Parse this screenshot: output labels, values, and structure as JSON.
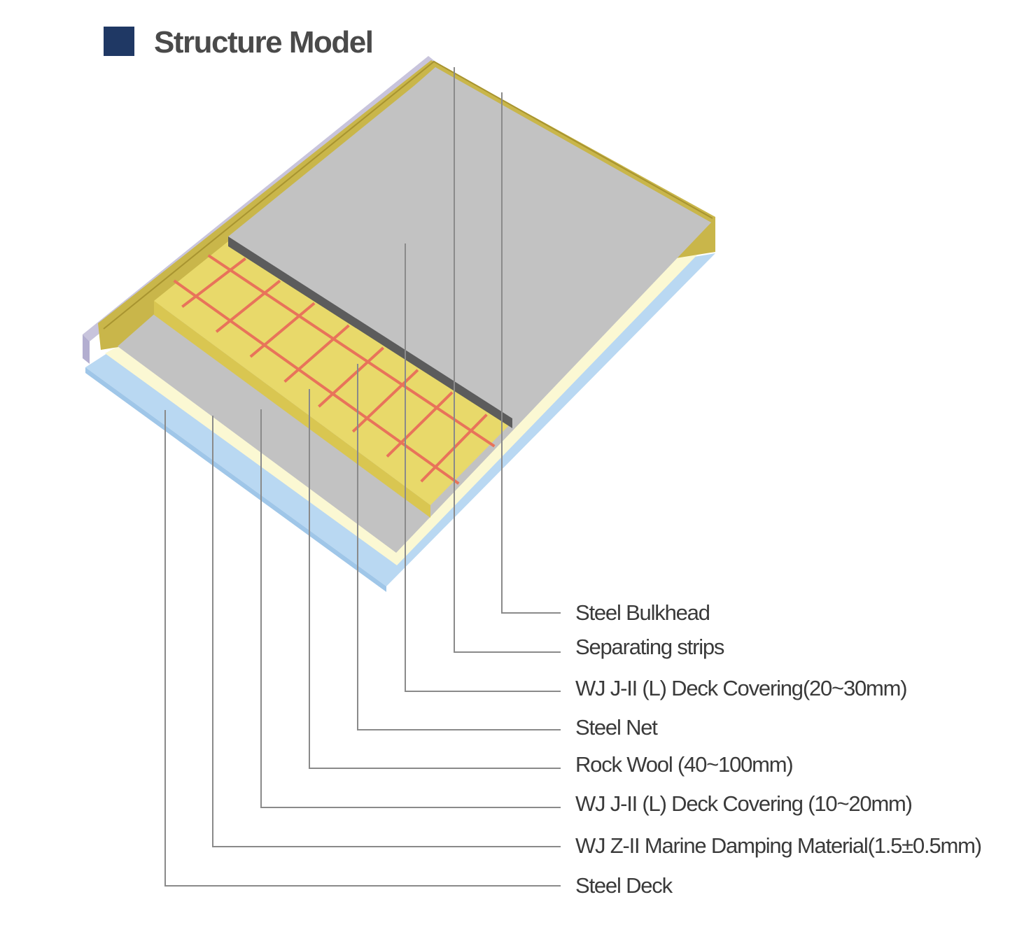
{
  "header": {
    "title": "Structure Model"
  },
  "colors": {
    "title_square": "#1f3864",
    "steel_deck": "#b9d8f2",
    "damping_material": "#fbf8d3",
    "deck_covering": "#c2c2c2",
    "rock_wool": "#e8d96a",
    "steel_net": "#e8735a",
    "bulkhead_frame": "#c9b64a",
    "bulkhead_outer": "#c8c4dc"
  },
  "layers": [
    {
      "id": "steel-bulkhead",
      "label": "Steel Bulkhead"
    },
    {
      "id": "separating-strips",
      "label": "Separating strips"
    },
    {
      "id": "deck-covering-top",
      "label": "WJ J-II (L) Deck Covering(20~30mm)"
    },
    {
      "id": "steel-net",
      "label": "Steel Net"
    },
    {
      "id": "rock-wool",
      "label": "Rock Wool (40~100mm)"
    },
    {
      "id": "deck-covering-bottom",
      "label": "WJ J-II (L) Deck Covering (10~20mm)"
    },
    {
      "id": "damping-material",
      "label": "WJ Z-II Marine Damping Material(1.5±0.5mm)"
    },
    {
      "id": "steel-deck",
      "label": "Steel Deck"
    }
  ]
}
